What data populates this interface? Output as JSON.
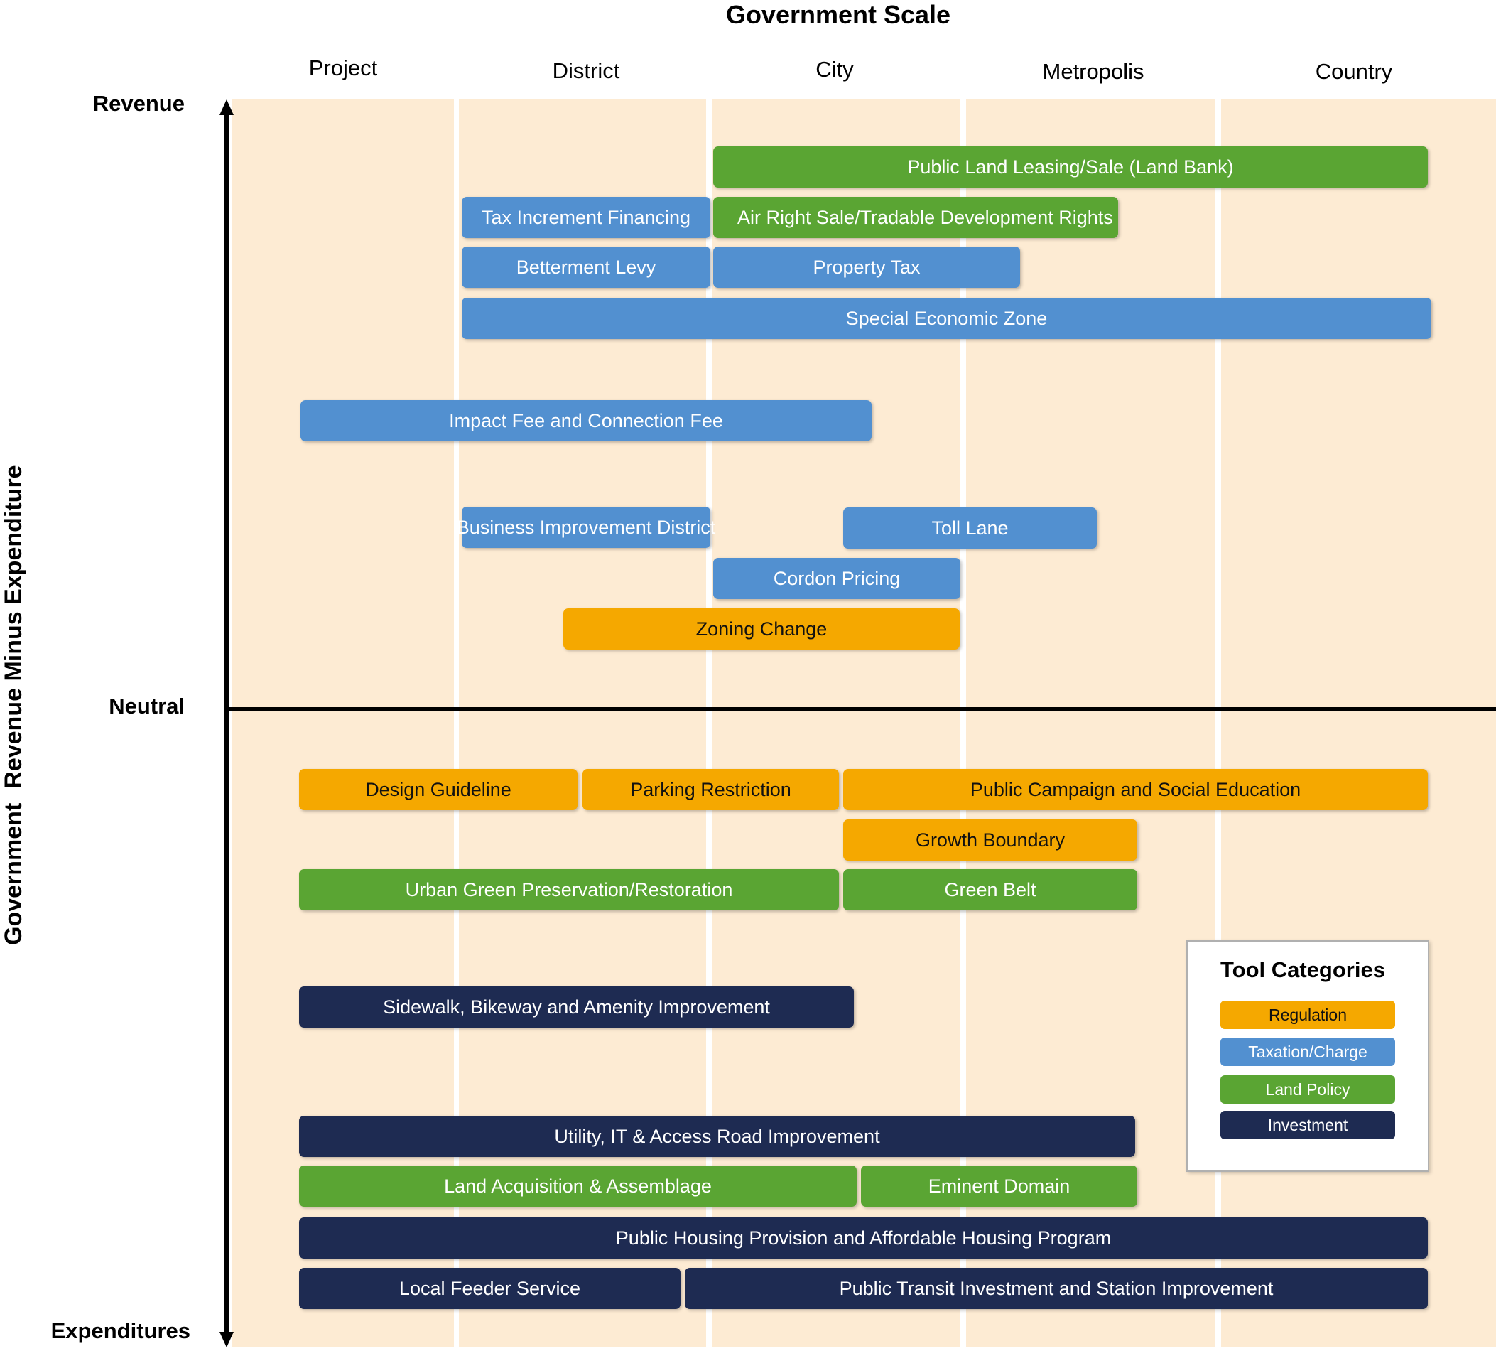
{
  "title": "Government Scale",
  "y_axis_label": [
    "Government",
    "Revenue Minus Expenditure"
  ],
  "scale_columns": [
    "Project",
    "District",
    "City",
    "Metropolis",
    "Country"
  ],
  "y_levels": {
    "top": "Revenue",
    "middle": "Neutral",
    "bottom": "Expenditures"
  },
  "colors": {
    "Regulation": "#f5a800",
    "Taxation/Charge": "#5290d0",
    "Land Policy": "#5aa533",
    "Investment": "#1e2b52",
    "background_band": "#fdebd3"
  },
  "legend": {
    "title": "Tool Categories",
    "items": [
      "Regulation",
      "Taxation/Charge",
      "Land Policy",
      "Investment"
    ]
  },
  "tools": [
    {
      "label": "Public Land Leasing/Sale (Land Bank)",
      "category": "Land Policy"
    },
    {
      "label": "Tax Increment Financing",
      "category": "Taxation/Charge"
    },
    {
      "label": "Air Right Sale/Tradable Development Rights",
      "category": "Land Policy"
    },
    {
      "label": "Betterment Levy",
      "category": "Taxation/Charge"
    },
    {
      "label": "Property Tax",
      "category": "Taxation/Charge"
    },
    {
      "label": "Special Economic Zone",
      "category": "Taxation/Charge"
    },
    {
      "label": "Impact Fee and Connection Fee",
      "category": "Taxation/Charge"
    },
    {
      "label": "Business Improvement District",
      "category": "Taxation/Charge"
    },
    {
      "label": "Toll Lane",
      "category": "Taxation/Charge"
    },
    {
      "label": "Cordon Pricing",
      "category": "Taxation/Charge"
    },
    {
      "label": "Zoning Change",
      "category": "Regulation"
    },
    {
      "label": "Design Guideline",
      "category": "Regulation"
    },
    {
      "label": "Parking Restriction",
      "category": "Regulation"
    },
    {
      "label": "Public Campaign and Social Education",
      "category": "Regulation"
    },
    {
      "label": "Growth Boundary",
      "category": "Regulation"
    },
    {
      "label": "Urban Green Preservation/Restoration",
      "category": "Land Policy"
    },
    {
      "label": "Green Belt",
      "category": "Land Policy"
    },
    {
      "label": "Sidewalk, Bikeway and Amenity Improvement",
      "category": "Investment"
    },
    {
      "label": "Utility, IT & Access Road Improvement",
      "category": "Investment"
    },
    {
      "label": "Land Acquisition & Assemblage",
      "category": "Land Policy"
    },
    {
      "label": "Eminent Domain",
      "category": "Land Policy"
    },
    {
      "label": "Public Housing Provision and Affordable Housing Program",
      "category": "Investment"
    },
    {
      "label": "Local Feeder Service",
      "category": "Investment"
    },
    {
      "label": "Public Transit Investment and Station Improvement",
      "category": "Investment"
    }
  ]
}
